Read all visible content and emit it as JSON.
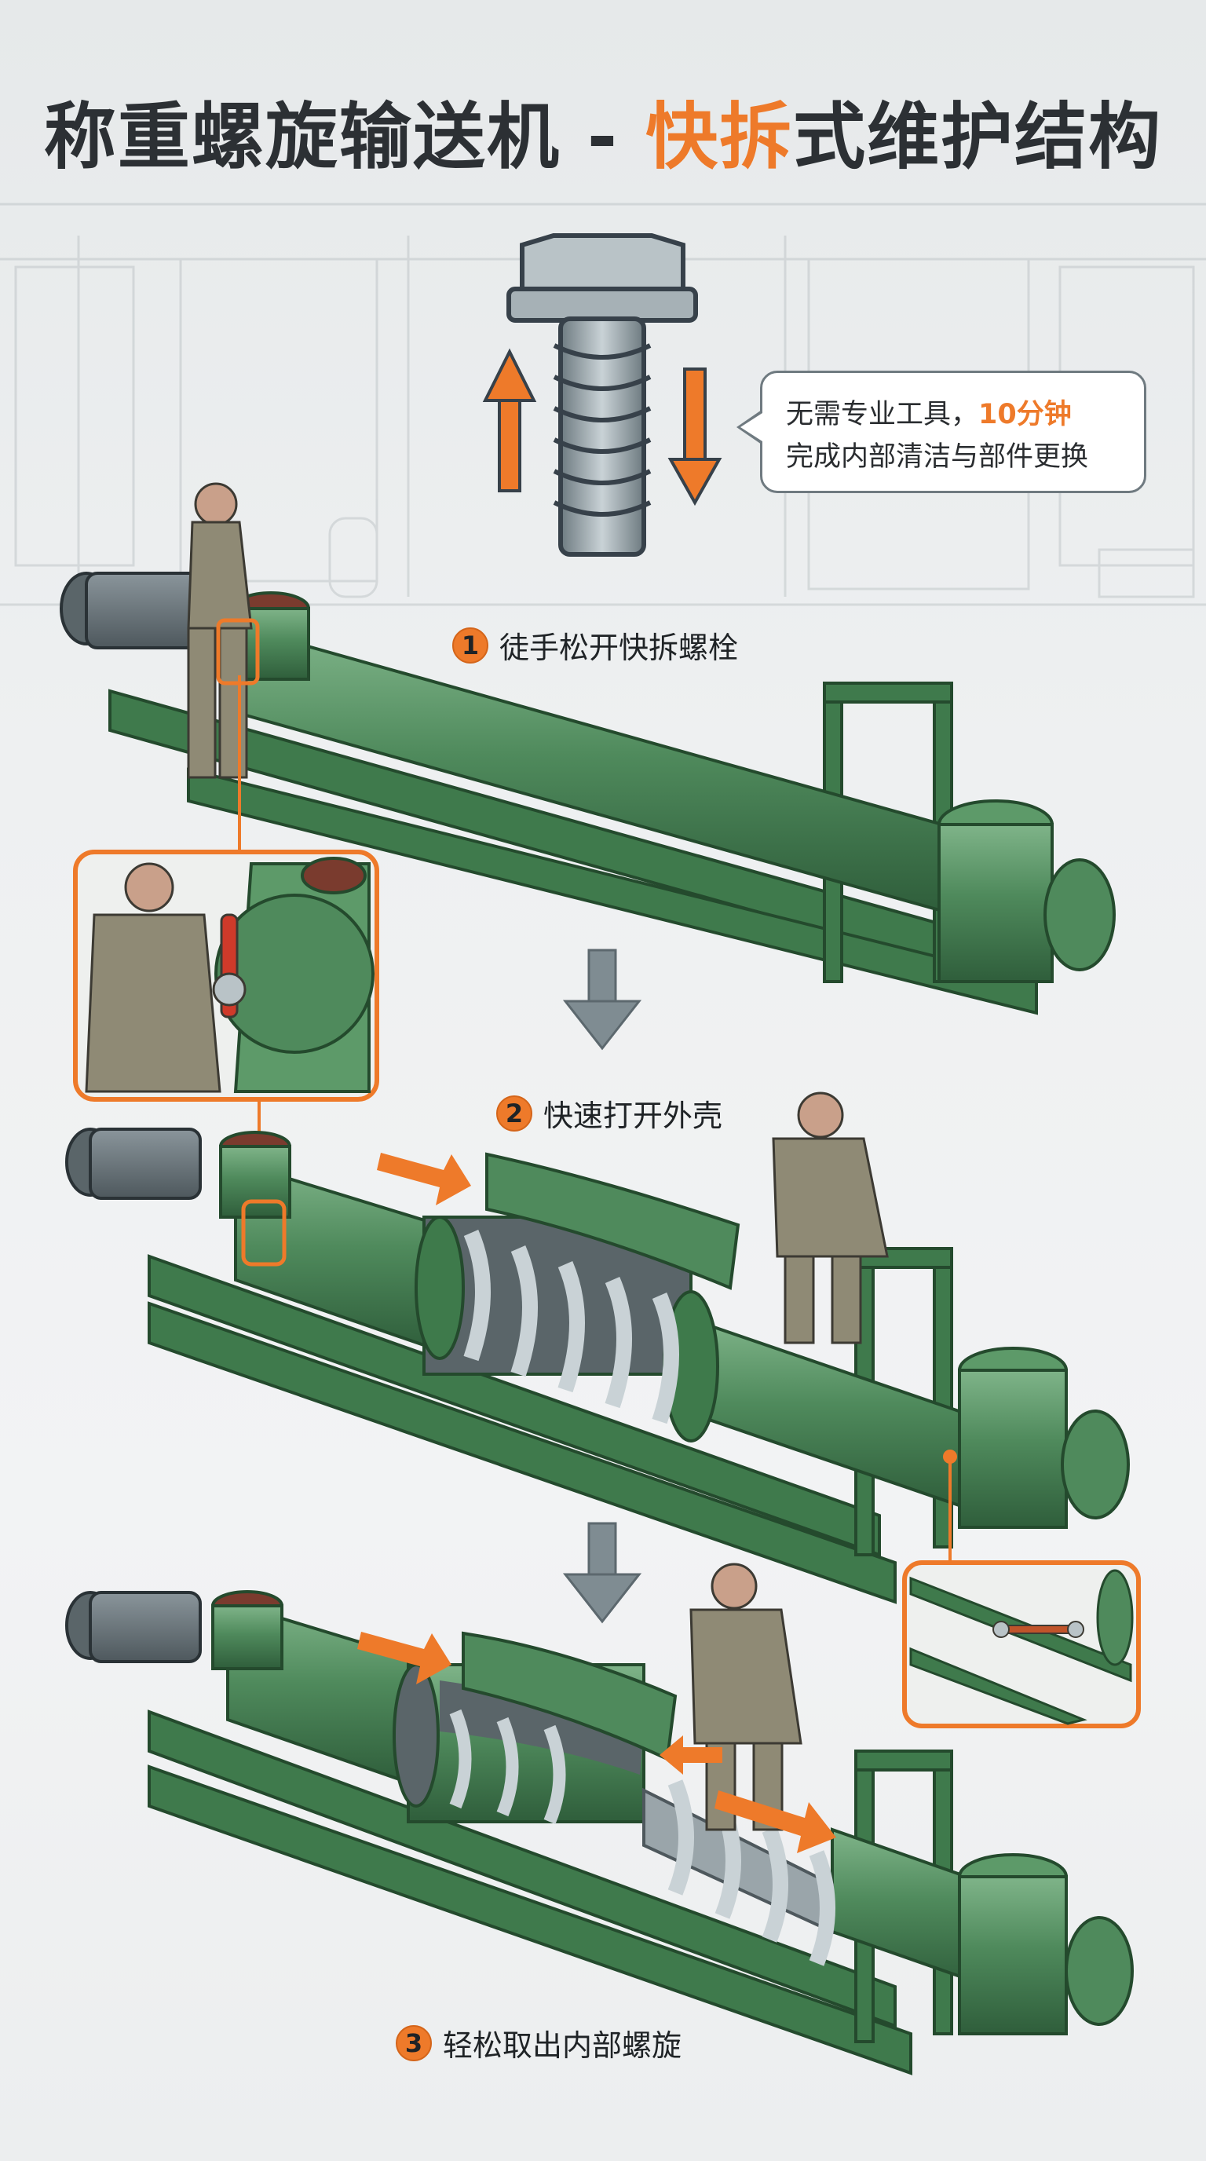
{
  "title": {
    "part1": "称重螺旋输送机 - ",
    "highlight": "快拆",
    "part2": "式维护结构"
  },
  "callout": {
    "line1_pre": "无需专业工具，",
    "line1_highlight": "10分钟",
    "line2": "完成内部清洁与部件更换"
  },
  "steps": [
    {
      "number": "1",
      "label": "徒手松开快拆螺栓"
    },
    {
      "number": "2",
      "label": "快速打开外壳"
    },
    {
      "number": "3",
      "label": "轻松取出内部螺旋"
    }
  ],
  "colors": {
    "accent": "#ee7a2a",
    "machine_green": "#4f8a5c",
    "frame_green": "#3f7a4c",
    "bolt_grey": "#8e9aa0",
    "background": "#eef0f1"
  },
  "icons": [
    "bolt-icon",
    "up-arrow-icon",
    "down-arrow-icon",
    "step-down-arrow-icon"
  ]
}
